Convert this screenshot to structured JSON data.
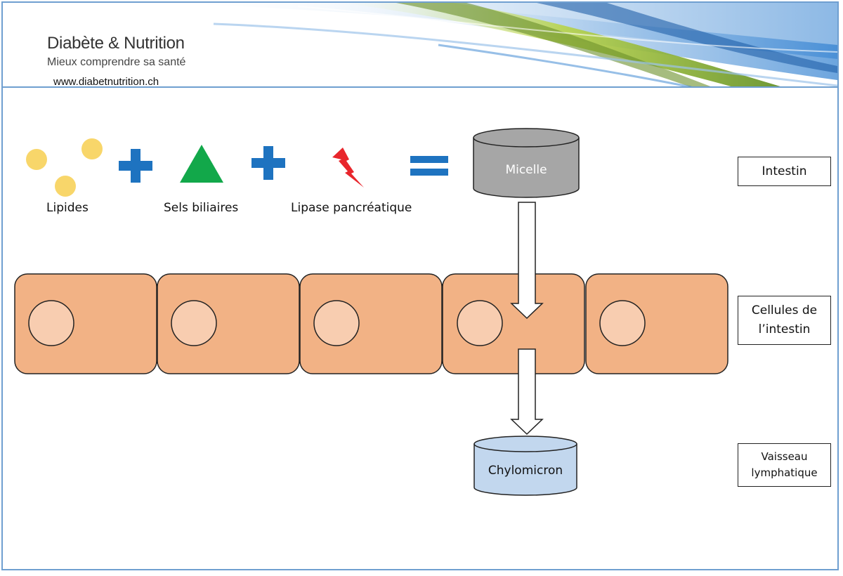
{
  "header": {
    "brand_title": "Diabète & Nutrition",
    "brand_subtitle": "Mieux comprendre sa santé",
    "url": "www.diabetnutrition.ch"
  },
  "equation": {
    "lipides_label": "Lipides",
    "sels_biliaires_label": "Sels biliaires",
    "lipase_label": "Lipase pancréatique",
    "micelle_label": "Micelle"
  },
  "chylomicron_label": "Chylomicron",
  "side_labels": {
    "intestin": "Intestin",
    "cellules_line1": "Cellules de",
    "cellules_line2": "l’intestin",
    "vaisseau_line1": "Vaisseau",
    "vaisseau_line2": "lymphatique"
  },
  "colors": {
    "frame": "#6f9fd0",
    "lipid_dot": "#f8d66a",
    "plus": "#1e73c0",
    "triangle": "#12a84a",
    "lightning": "#e8262c",
    "equals": "#1e73c0",
    "micelle": "#a6a6a6",
    "chylomicron": "#c2d7ee",
    "cell": "#f2b285",
    "nucleus": "#f8cdb0"
  }
}
